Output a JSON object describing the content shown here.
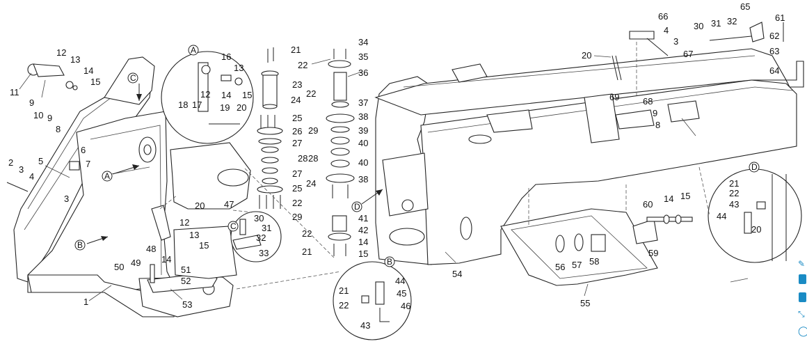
{
  "colors": {
    "line": "#222222",
    "accent": "#1a8bc4",
    "background": "#ffffff"
  },
  "callouts": {
    "detail_a": "A",
    "detail_b": "B",
    "detail_c": "C",
    "detail_d": "D"
  },
  "labels": {
    "l1": "1",
    "l2": "2",
    "l3": "3",
    "l3b": "3",
    "l3c": "3",
    "l4": "4",
    "l4b": "4",
    "l5": "5",
    "l6": "6",
    "l7": "7",
    "l8": "8",
    "l8b": "8",
    "l9": "9",
    "l9b": "9",
    "l9c": "9",
    "l10": "10",
    "l11": "11",
    "l12": "12",
    "l12b": "12",
    "l12c": "12",
    "l13": "13",
    "l13b": "13",
    "l13c": "13",
    "l14": "14",
    "l14b": "14",
    "l14c": "14",
    "l14d": "14",
    "l14e": "14",
    "l15": "15",
    "l15b": "15",
    "l15c": "15",
    "l15d": "15",
    "l15e": "15",
    "l16": "16",
    "l17": "17",
    "l18": "18",
    "l19": "19",
    "l20": "20",
    "l20b": "20",
    "l20c": "20",
    "l20d": "20",
    "l21": "21",
    "l21b": "21",
    "l21c": "21",
    "l21d": "21",
    "l22": "22",
    "l22b": "22",
    "l22c": "22",
    "l22d": "22",
    "l22e": "22",
    "l22f": "22",
    "l23": "23",
    "l24": "24",
    "l24b": "24",
    "l25": "25",
    "l25b": "25",
    "l26": "26",
    "l27": "27",
    "l27b": "27",
    "l28": "28",
    "l28b": "28",
    "l29": "29",
    "l29b": "29",
    "l30": "30",
    "l30b": "30",
    "l31": "31",
    "l31b": "31",
    "l32": "32",
    "l32b": "32",
    "l33": "33",
    "l34": "34",
    "l35": "35",
    "l36": "36",
    "l37": "37",
    "l38": "38",
    "l38b": "38",
    "l39": "39",
    "l40": "40",
    "l40b": "40",
    "l41": "41",
    "l42": "42",
    "l43": "43",
    "l43b": "43",
    "l44": "44",
    "l44b": "44",
    "l45": "45",
    "l46": "46",
    "l47": "47",
    "l48": "48",
    "l49": "49",
    "l50": "50",
    "l51": "51",
    "l52": "52",
    "l53": "53",
    "l54": "54",
    "l55": "55",
    "l56": "56",
    "l57": "57",
    "l58": "58",
    "l59": "59",
    "l60": "60",
    "l61": "61",
    "l62": "62",
    "l63": "63",
    "l64": "64",
    "l65": "65",
    "l66": "66",
    "l67": "67",
    "l68": "68",
    "l69": "69"
  },
  "toolbar": {
    "icons": [
      "pin-icon",
      "fit-icon",
      "zoom-in-icon",
      "zoom-out-icon",
      "expand-icon",
      "help-icon"
    ]
  }
}
